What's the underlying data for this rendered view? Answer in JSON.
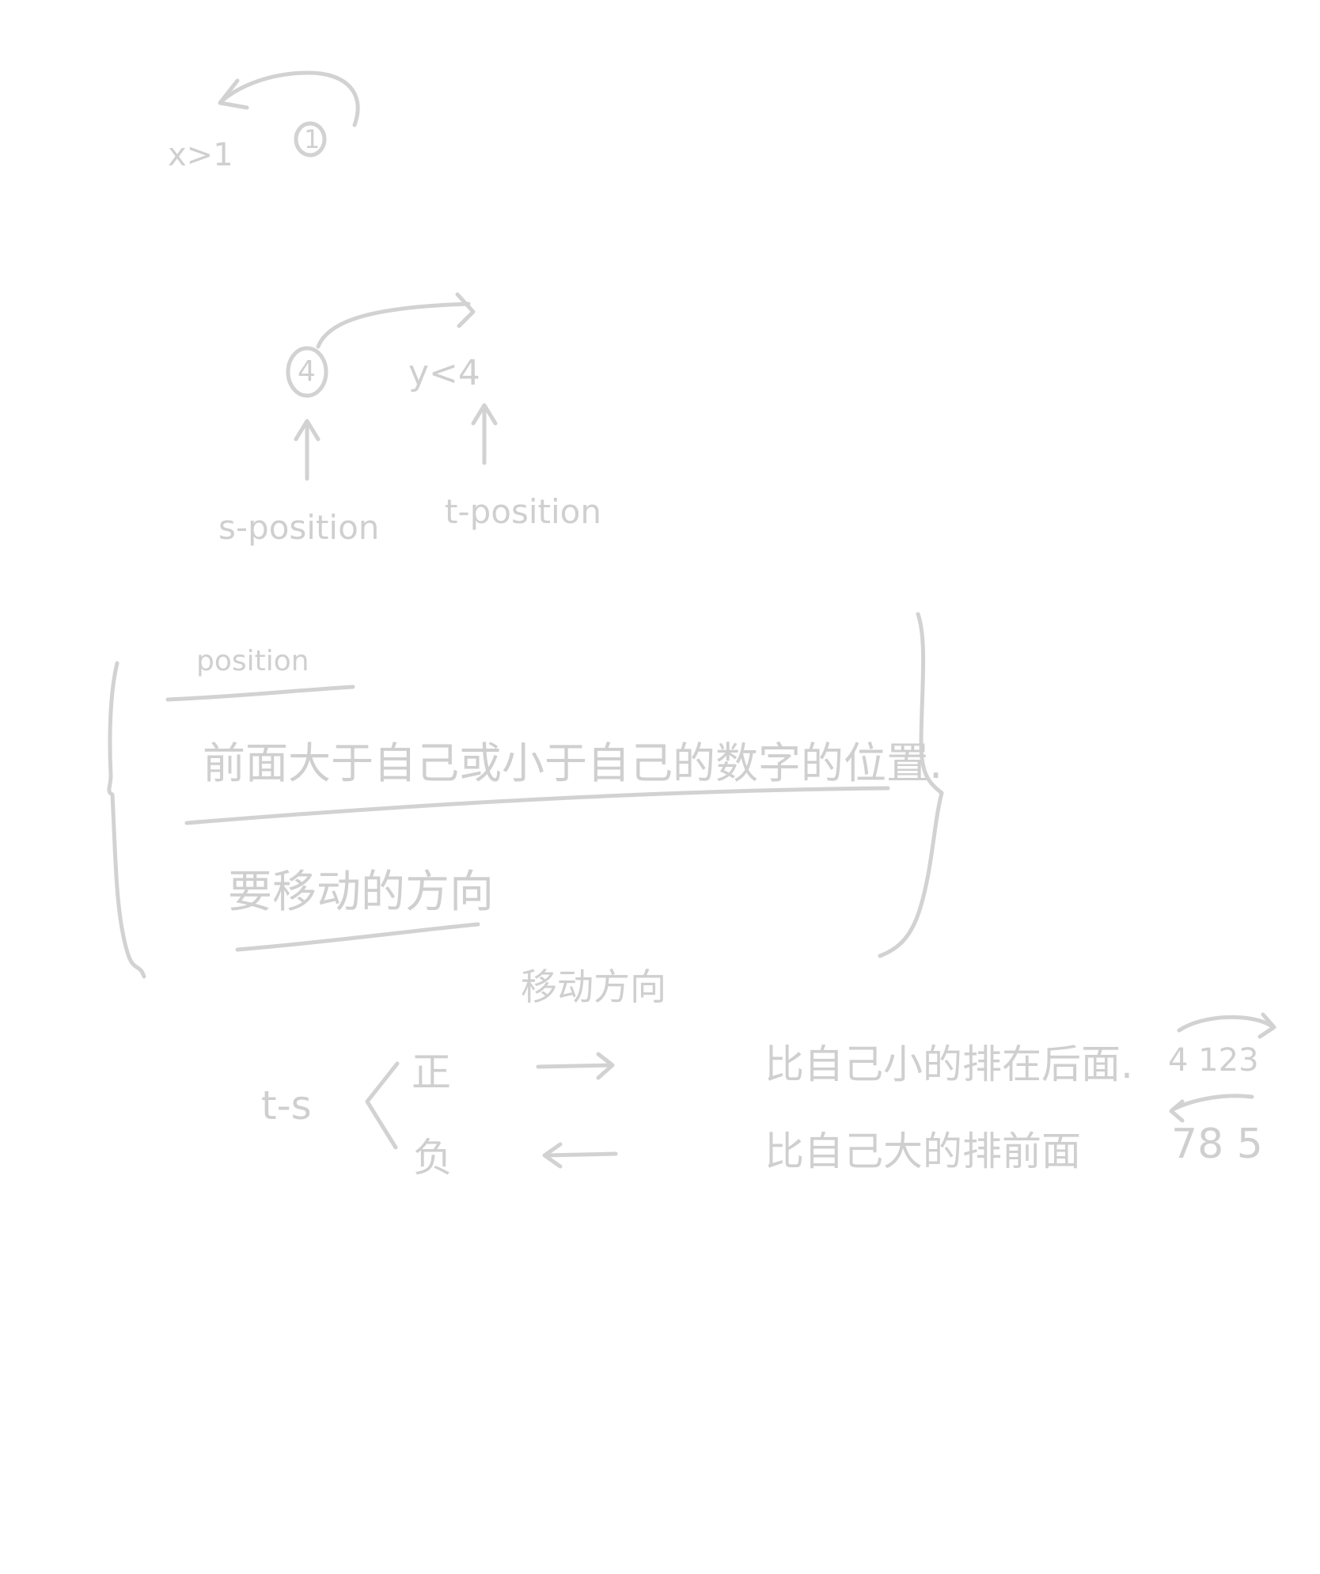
{
  "notes": {
    "x_gt_1": "x>1",
    "circled_1": "1",
    "circled_4": "4",
    "y_lt_4": "y<4",
    "s_position": "s-position",
    "t_position": "t-position",
    "position_heading": "position",
    "rule_1": "前面大于自己或小于自己的数字的位置.",
    "rule_2": "要移动的方向",
    "move_direction": "移动方向",
    "t_minus_s": "t-s",
    "positive": "正",
    "negative": "负",
    "positive_desc": "比自己小的排在后面.",
    "negative_desc": "比自己大的排前面",
    "example_top": "4 123",
    "example_bottom": "78 5"
  },
  "colors": {
    "ink": "#d2d2d2",
    "background": "#ffffff"
  }
}
